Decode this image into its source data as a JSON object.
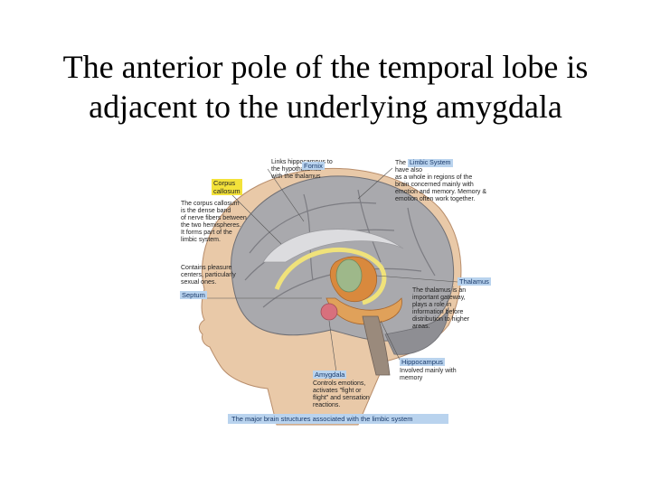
{
  "slide": {
    "title_line1": "The anterior pole of the temporal lobe is",
    "title_line2": "adjacent to the underlying amygdala"
  },
  "figure": {
    "labels": {
      "fornix_desc": "Links hippocampus to\nthe hypothalamus\nwith the thalamus",
      "fornix": "Fornix",
      "limbic_desc_prefix": "The",
      "limbic_system": "Limbic System",
      "limbic_desc": "have also\nas a whole in regions of the\nbrain concerned mainly with\nemotion and memory. Memory &\nemotion often work together.",
      "corpus_callosum": "Corpus\ncallosum",
      "corpus_desc": "The corpus callosum\nis the dense band\nof nerve fibers between\nthe two hemispheres.\nIt forms part of the\nlimbic system.",
      "septum_desc": "Contains pleasure\ncenters, particularly\nsexual ones.",
      "septum": "Septum",
      "thalamus": "Thalamus",
      "thalamus_desc": "The thalamus is an\nimportant gateway,\nplays a role in\ninformation before\ndistribution to higher\nareas.",
      "hippocampus": "Hippocampus",
      "hippocampus_desc": "Involved mainly with\nmemory",
      "amygdala": "Amygdala",
      "amygdala_desc": "Controls emotions,\nactivates \"fight or\nflight\" and sensation\nreactions."
    },
    "caption": "The major brain structures associated with the limbic system",
    "colors": {
      "skin": "#e9c9a8",
      "brain_gray": "#a9a9ad",
      "fornix_yellow": "#f0e27a",
      "thalamus_orange": "#d9893d",
      "hippocampus_orange": "#e0a15a",
      "amygdala_pink": "#d8707d",
      "label_blue": "#b9d3ee",
      "label_yellow": "#f3e23a"
    }
  }
}
